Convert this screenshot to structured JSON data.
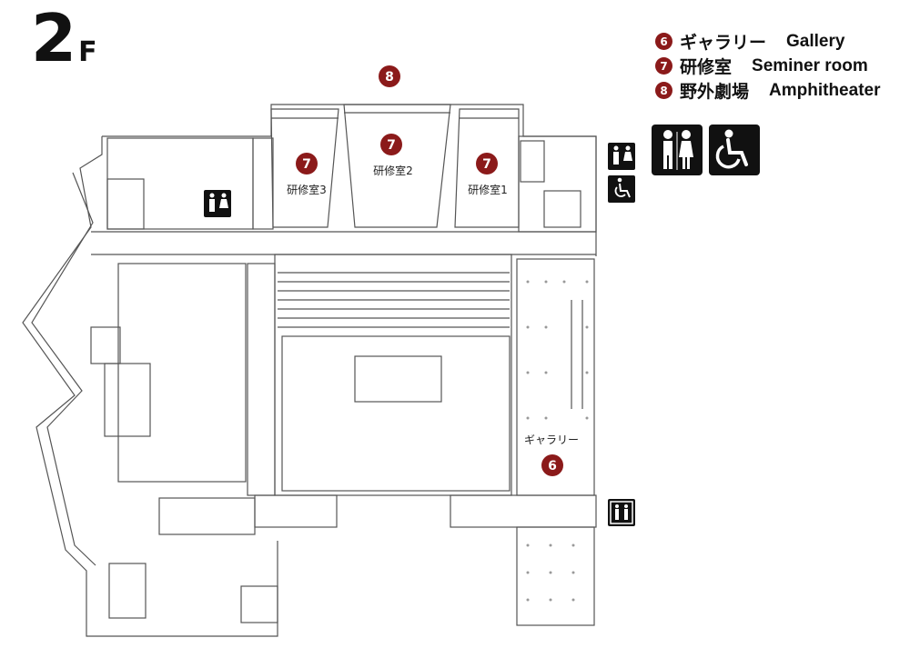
{
  "floor": {
    "number": "2",
    "suffix": "F"
  },
  "legend": [
    {
      "num": "6",
      "ja": "ギャラリー",
      "en": "Gallery"
    },
    {
      "num": "7",
      "ja": "研修室",
      "en": "Seminer room"
    },
    {
      "num": "8",
      "ja": "野外劇場",
      "en": "Amphitheater"
    }
  ],
  "markers": [
    {
      "num": "8",
      "label": ""
    },
    {
      "num": "7",
      "label": "研修室3"
    },
    {
      "num": "7",
      "label": "研修室2"
    },
    {
      "num": "7",
      "label": "研修室1"
    },
    {
      "num": "6",
      "label": "ギャラリー"
    }
  ],
  "icons": [
    "restroom-icon",
    "wheelchair-icon",
    "elevator-icon"
  ],
  "colors": {
    "marker": "#8b1a1a",
    "walls": "#555555",
    "icon_bg": "#111111"
  }
}
